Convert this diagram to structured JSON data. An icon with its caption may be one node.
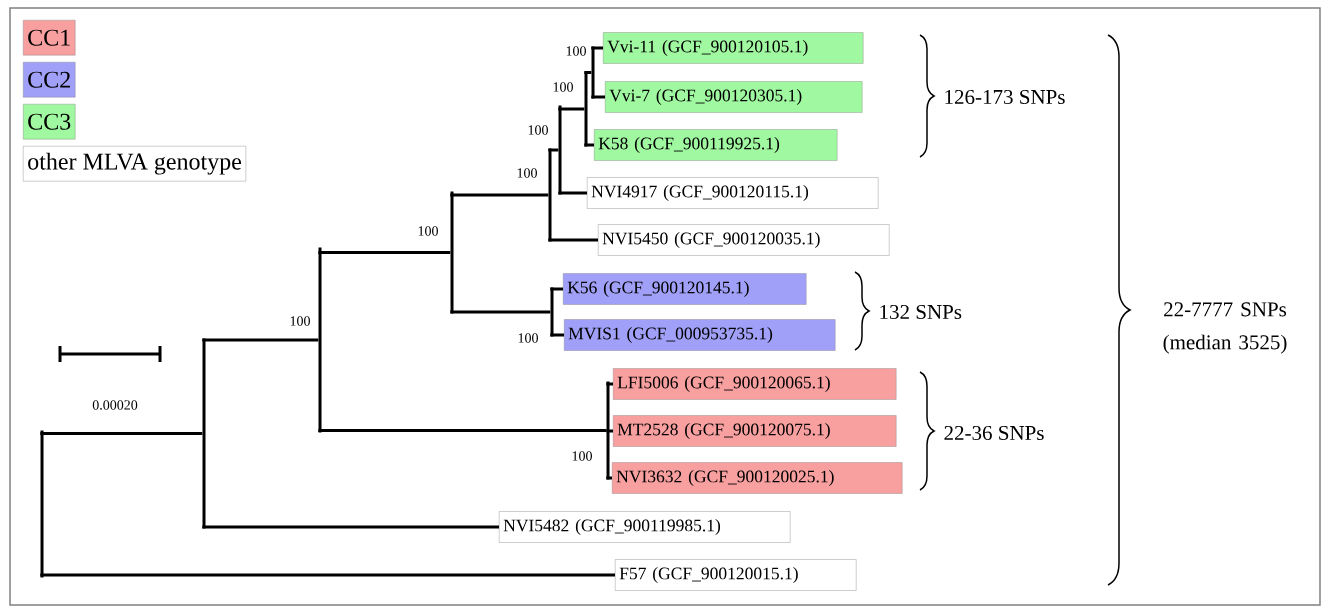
{
  "diagram": {
    "nodes": [
      {
        "text": [],
        "shape": "bar"
      },
      {
        "text": [],
        "shape": "bar"
      },
      {
        "text": [],
        "shape": "bar",
        "beside": [
          "100"
        ]
      },
      {
        "text": [],
        "shape": "bar",
        "beside": [
          "100"
        ]
      },
      {
        "text": [],
        "shape": "bar",
        "beside": [
          "100"
        ]
      },
      {
        "text": [],
        "shape": "bar",
        "beside": [
          "100"
        ]
      },
      {
        "text": [],
        "shape": "bar",
        "beside": [
          "100"
        ]
      },
      {
        "text": [],
        "shape": "bar",
        "beside": [
          "100"
        ]
      },
      {
        "text": [],
        "shape": "bar",
        "beside": [
          "100"
        ]
      },
      {
        "text": [],
        "shape": "bar",
        "beside": [
          "100"
        ]
      },
      {
        "text": [
          "Vvi-11 (GCF_900120105.1)"
        ]
      },
      {
        "text": [
          "Vvi-7 (GCF_900120305.1)"
        ]
      },
      {
        "text": [
          "K58 (GCF_900119925.1)"
        ]
      },
      {
        "text": [
          "NVI4917 (GCF_900120115.1)"
        ]
      },
      {
        "text": [
          "NVI5450 (GCF_900120035.1)"
        ]
      },
      {
        "text": [
          "K56 (GCF_900120145.1)"
        ]
      },
      {
        "text": [
          "MVIS1 (GCF_000953735.1)"
        ]
      },
      {
        "text": [
          "LFI5006 (GCF_900120065.1)"
        ]
      },
      {
        "text": [
          "MT2528 (GCF_900120075.1)"
        ]
      },
      {
        "text": [
          "NVI3632 (GCF_900120025.1)"
        ]
      },
      {
        "text": [
          "NVI5482 (GCF_900119985.1)"
        ]
      },
      {
        "text": [
          "F57 (GCF_900120015.1)"
        ]
      }
    ],
    "edges": [
      {
        "from": 0,
        "to": 1,
        "arrow": "none"
      },
      {
        "from": 0,
        "to": 21,
        "arrow": "none"
      },
      {
        "from": 1,
        "to": 2,
        "arrow": "none"
      },
      {
        "from": 1,
        "to": 20,
        "arrow": "none"
      },
      {
        "from": 2,
        "to": 3,
        "arrow": "none"
      },
      {
        "from": 2,
        "to": 9,
        "arrow": "none"
      },
      {
        "from": 3,
        "to": 4,
        "arrow": "none"
      },
      {
        "from": 3,
        "to": 8,
        "arrow": "none"
      },
      {
        "from": 4,
        "to": 5,
        "arrow": "none"
      },
      {
        "from": 4,
        "to": 14,
        "arrow": "none"
      },
      {
        "from": 5,
        "to": 6,
        "arrow": "none"
      },
      {
        "from": 5,
        "to": 13,
        "arrow": "none"
      },
      {
        "from": 6,
        "to": 7,
        "arrow": "none"
      },
      {
        "from": 6,
        "to": 12,
        "arrow": "none"
      },
      {
        "from": 7,
        "to": 10,
        "arrow": "none"
      },
      {
        "from": 7,
        "to": 11,
        "arrow": "none"
      },
      {
        "from": 8,
        "to": 15,
        "arrow": "none"
      },
      {
        "from": 8,
        "to": 16,
        "arrow": "none"
      },
      {
        "from": 9,
        "to": 17,
        "arrow": "none"
      },
      {
        "from": 9,
        "to": 18,
        "arrow": "none"
      },
      {
        "from": 9,
        "to": 19,
        "arrow": "none"
      }
    ],
    "labels": [
      "0.00020",
      "126-173 SNPs",
      "132 SNPs",
      "22-36 SNPs",
      "22-7777 SNPs (median 3525)"
    ],
    "legend": [
      {
        "text": "CC1",
        "color": "#f8a0a0"
      },
      {
        "text": "CC2",
        "color": "#a0a0f8"
      },
      {
        "text": "CC3",
        "color": "#a0f8a0"
      },
      {
        "text": "other MLVA genotype"
      }
    ]
  }
}
